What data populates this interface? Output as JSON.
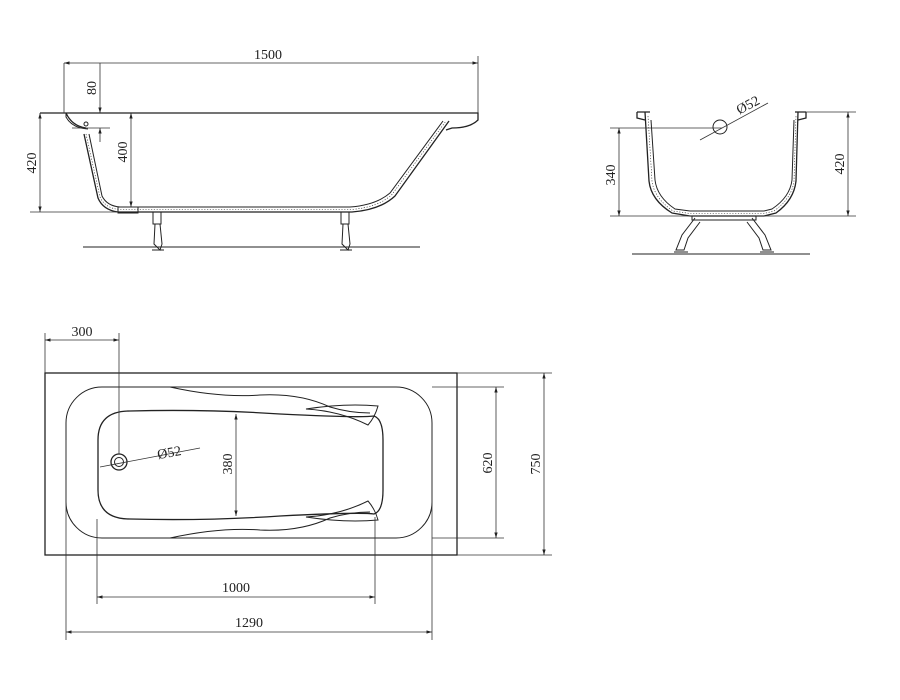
{
  "side_view": {
    "length": "1500",
    "rim": "80",
    "height": "420",
    "depth": "400"
  },
  "end_view": {
    "drain": "Ø52",
    "depth": "340",
    "height": "420"
  },
  "top_view": {
    "drain_offset": "300",
    "drain": "Ø52",
    "basin_width": "380",
    "inner_width": "620",
    "outer_width": "750",
    "basin_length": "1000",
    "inner_length": "1290"
  }
}
